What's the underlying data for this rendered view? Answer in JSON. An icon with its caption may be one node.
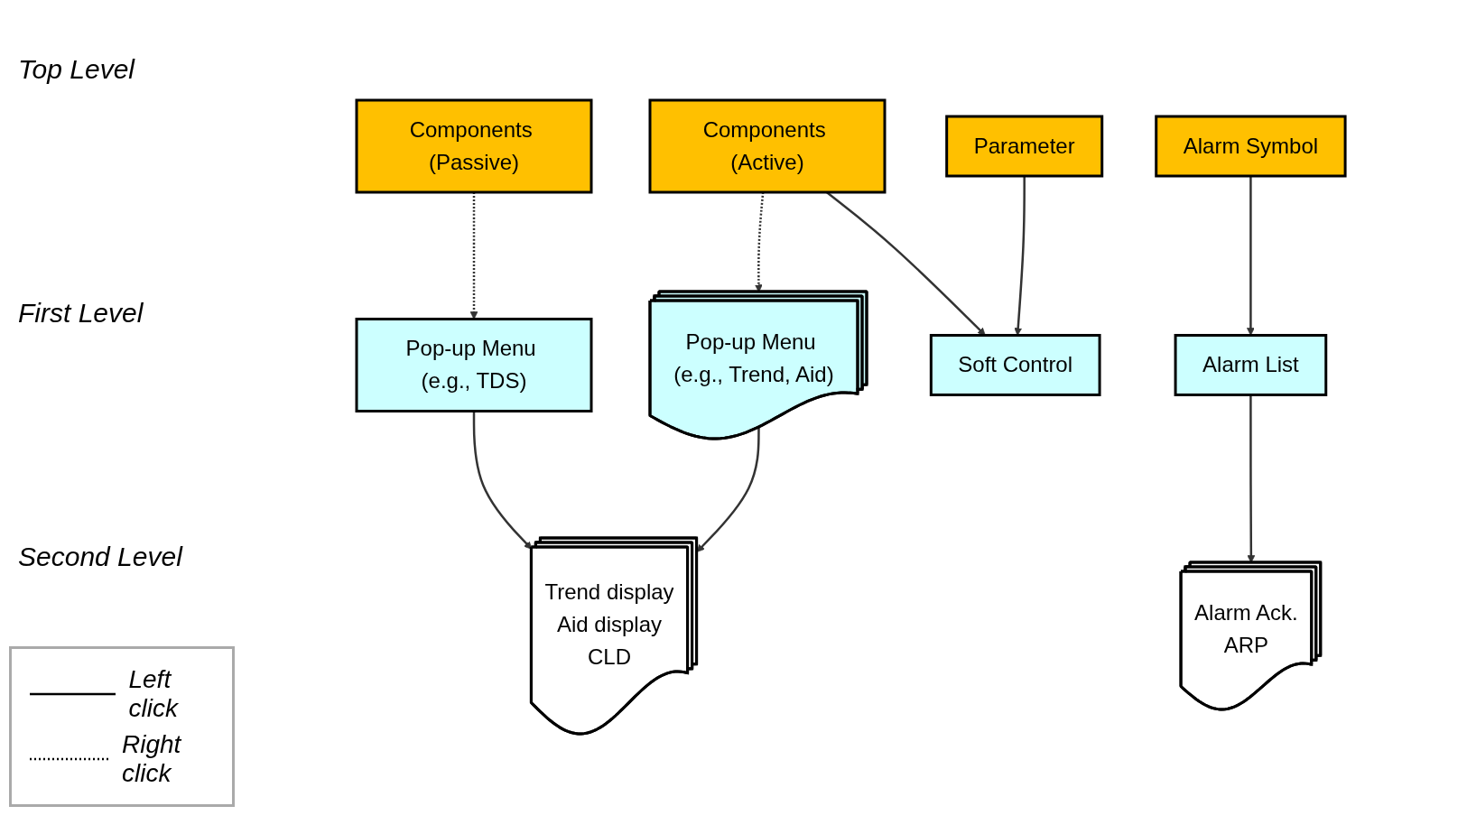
{
  "diagram": {
    "nodes": [
      {
        "text": [
          "Parameter"
        ]
      },
      {
        "text": [
          "Components (Active)"
        ]
      },
      {
        "text": [
          "Components (Passive)"
        ]
      },
      {
        "text": [
          "Alarm Symbol"
        ]
      },
      {
        "text": [
          "Pop-up Menu (e.g., Trend, Aid)"
        ]
      },
      {
        "text": [
          "Pop-up Menu (e.g., TDS)"
        ]
      },
      {
        "text": [
          "Soft Control"
        ]
      },
      {
        "text": [
          "Alarm List"
        ]
      },
      {
        "text": [
          "Trend display",
          "Aid display",
          "CLD"
        ]
      },
      {
        "text": [
          "Alarm Ack.",
          "ARP"
        ]
      }
    ],
    "edges": [
      {
        "from": 0,
        "to": 6,
        "arrow": "to"
      },
      {
        "from": 1,
        "to": 4,
        "arrow": "to",
        "style": "dashed"
      },
      {
        "from": 1,
        "to": 6,
        "arrow": "to"
      },
      {
        "from": 2,
        "to": 5,
        "arrow": "to",
        "style": "dashed"
      },
      {
        "from": 3,
        "to": 7,
        "arrow": "to"
      },
      {
        "from": 4,
        "to": 8,
        "arrow": "to"
      },
      {
        "from": 5,
        "to": 8,
        "arrow": "to"
      },
      {
        "from": 7,
        "to": 9,
        "arrow": "to"
      }
    ],
    "labels": [
      "Top Level",
      "First Level",
      "Second Level"
    ],
    "legend": [
      {
        "text": "Left click"
      },
      {
        "text": "Right click"
      }
    ]
  }
}
